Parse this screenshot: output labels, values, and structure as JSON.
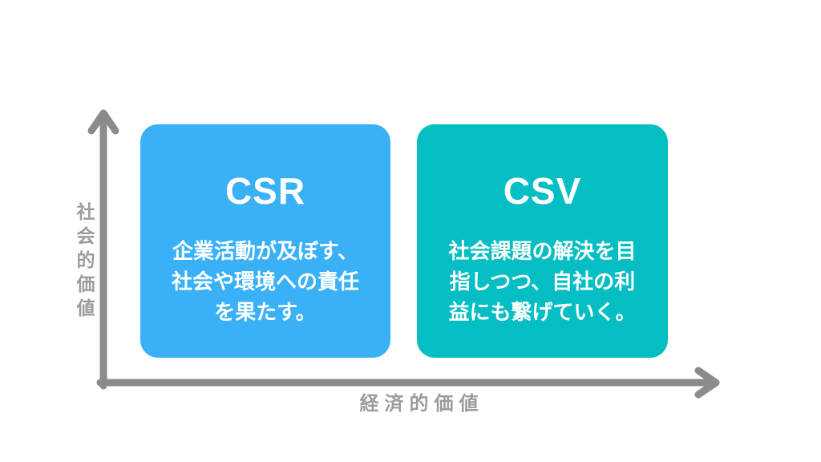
{
  "diagram": {
    "y_axis": {
      "label": "社会的価値",
      "axis_color": "#8B8B8B",
      "label_color": "#9C9C9C"
    },
    "x_axis": {
      "label": "経済的価値",
      "axis_color": "#8B8B8B",
      "label_color": "#9C9C9C"
    },
    "boxes": [
      {
        "id": "csr",
        "title": "CSR",
        "description_lines": [
          "企業活動が及ぼす、",
          "社会や環境への責任",
          "を果たす。"
        ],
        "background_color": "#3AB1F7",
        "text_color": "#ffffff"
      },
      {
        "id": "csv",
        "title": "CSV",
        "description_lines": [
          "社会課題の解決を目",
          "指しつつ、自社の利",
          "益にも繋げていく。"
        ],
        "background_color": "#04BEC4",
        "text_color": "#ffffff"
      }
    ]
  }
}
